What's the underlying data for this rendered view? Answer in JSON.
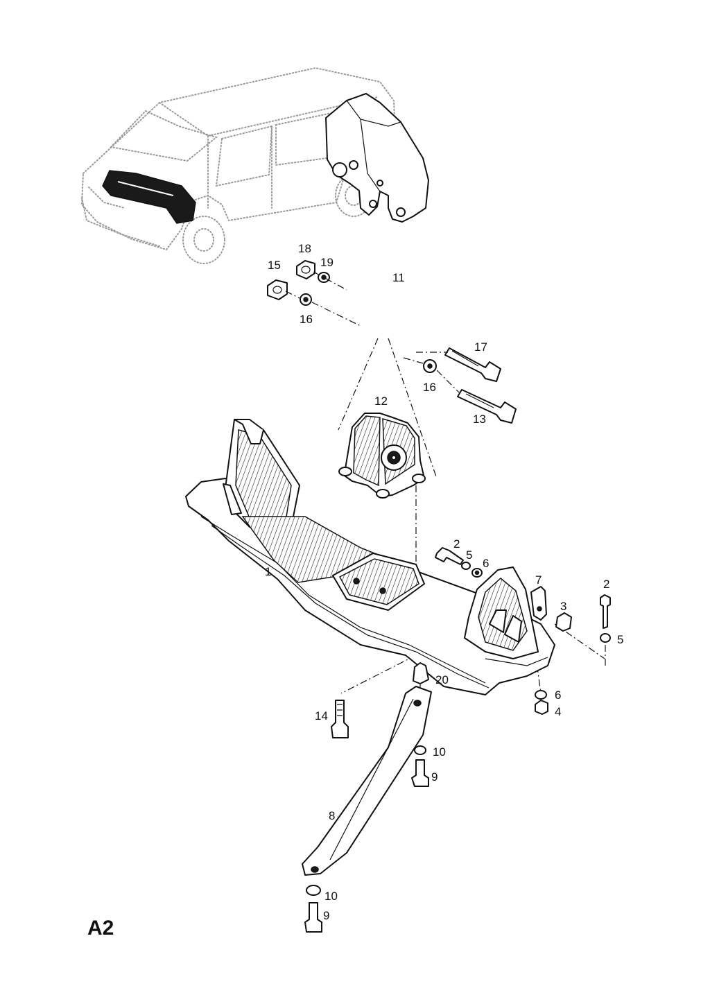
{
  "sheet": {
    "label": "A2"
  },
  "callouts": [
    "1",
    "2",
    "2",
    "3",
    "4",
    "5",
    "5",
    "6",
    "6",
    "7",
    "8",
    "9",
    "9",
    "10",
    "10",
    "11",
    "12",
    "13",
    "14",
    "15",
    "16",
    "16",
    "17",
    "18",
    "19",
    "20"
  ],
  "colors": {
    "ink": "#111111",
    "vehicle_outline": "#9a9a9a",
    "background": "#ffffff"
  }
}
